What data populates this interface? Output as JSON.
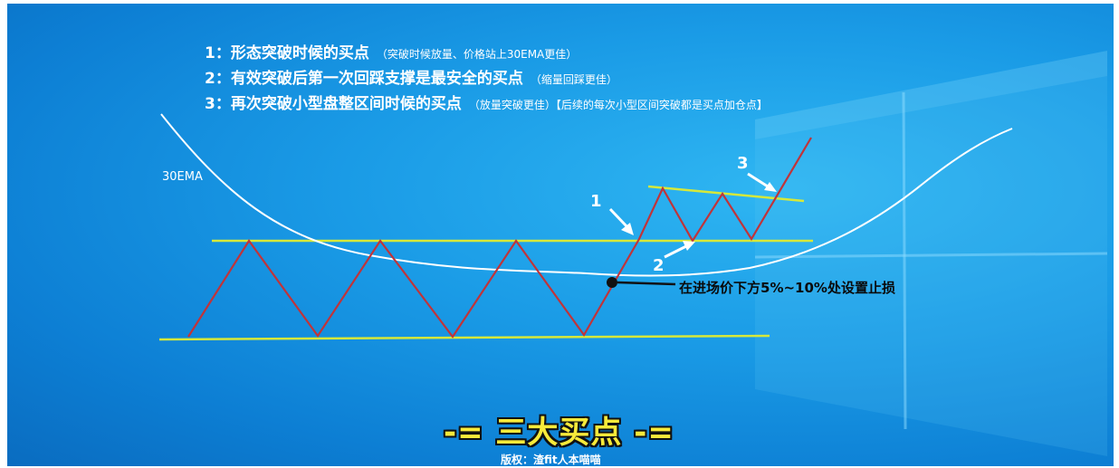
{
  "notes": [
    {
      "main": "1：形态突破时候的买点",
      "sub": "（突破时候放量、价格站上30EMA更佳）"
    },
    {
      "main": "2：有效突破后第一次回踩支撑是最安全的买点",
      "sub": "（缩量回踩更佳）"
    },
    {
      "main": "3：再次突破小型盘整区间时候的买点",
      "sub": "（放量突破更佳）【后续的每次小型区间突破都是买点加仓点】"
    }
  ],
  "ema_label": "30EMA",
  "point_labels": [
    "1",
    "2",
    "3"
  ],
  "stop_loss_text": "在进场价下方5%~10%处设置止损",
  "title": "-= 三大买点 -=",
  "copyright": "版权：渣fit人本喵喵",
  "colors": {
    "background": "#1a9be6",
    "price_line": "#c0343a",
    "support_lines": "#d6e83a",
    "ema_line": "#ffffff",
    "title_text": "#f7ea3a"
  }
}
